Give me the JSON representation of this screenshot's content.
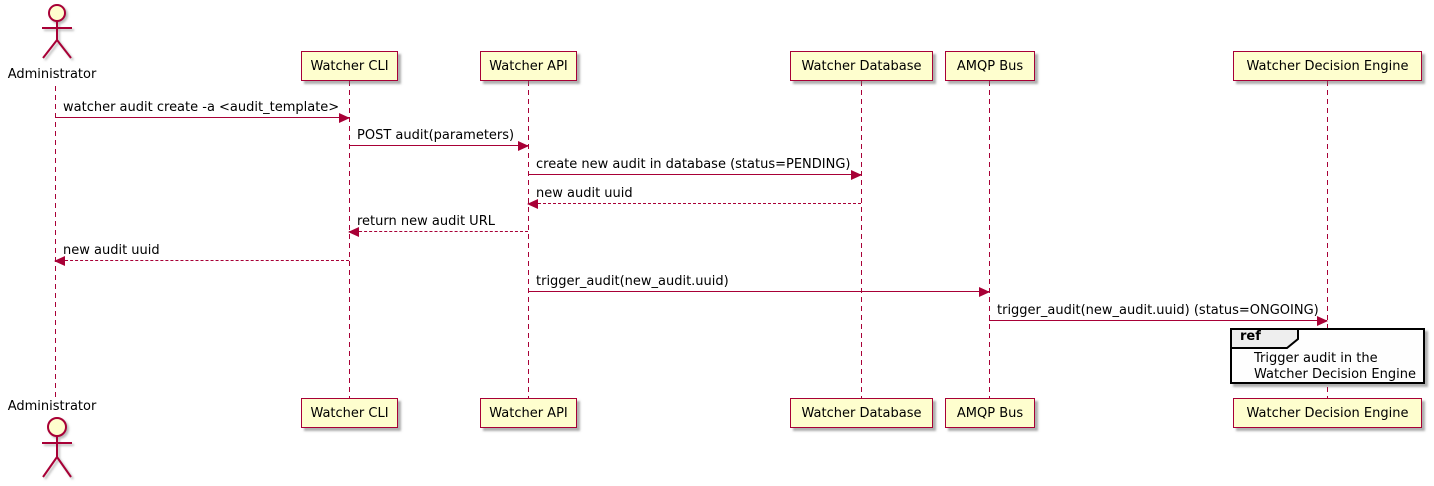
{
  "actor": {
    "label": "Administrator"
  },
  "participants": [
    {
      "label": "Watcher CLI"
    },
    {
      "label": "Watcher API"
    },
    {
      "label": "Watcher Database"
    },
    {
      "label": "AMQP Bus"
    },
    {
      "label": "Watcher Decision Engine"
    }
  ],
  "messages": [
    {
      "label": "watcher audit create -a <audit_template>",
      "type": "solid",
      "from": "Administrator",
      "to": "Watcher CLI"
    },
    {
      "label": "POST audit(parameters)",
      "type": "solid",
      "from": "Watcher CLI",
      "to": "Watcher API"
    },
    {
      "label": "create new audit in database (status=PENDING)",
      "type": "solid",
      "from": "Watcher API",
      "to": "Watcher Database"
    },
    {
      "label": "new audit uuid",
      "type": "dashed",
      "from": "Watcher Database",
      "to": "Watcher API"
    },
    {
      "label": "return new audit URL",
      "type": "dashed",
      "from": "Watcher API",
      "to": "Watcher CLI"
    },
    {
      "label": "new audit uuid",
      "type": "dashed",
      "from": "Watcher CLI",
      "to": "Administrator"
    },
    {
      "label": "trigger_audit(new_audit.uuid)",
      "type": "solid",
      "from": "Watcher API",
      "to": "AMQP Bus"
    },
    {
      "label": "trigger_audit(new_audit.uuid) (status=ONGOING)",
      "type": "solid",
      "from": "AMQP Bus",
      "to": "Watcher Decision Engine"
    }
  ],
  "ref": {
    "keyword": "ref",
    "line1": "Trigger audit in the",
    "line2": "Watcher Decision Engine"
  },
  "colors": {
    "participant_fill": "#FEFECE",
    "participant_border": "#A80036",
    "arrow": "#A80036",
    "text": "#000000",
    "ref_border": "#000000",
    "ref_tab_fill": "#EEEEEE",
    "background": "#FFFFFF"
  }
}
